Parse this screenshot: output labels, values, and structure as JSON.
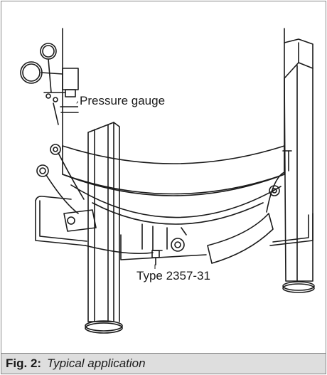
{
  "labels": {
    "pressure_gauge": "Pressure gauge",
    "valve_type": "Type 2357-31"
  },
  "caption": {
    "number": "Fig. 2:",
    "title": "Typical application"
  },
  "colors": {
    "line": "#1a1a1a",
    "frame": "#888888",
    "caption_bg": "#dedede"
  }
}
